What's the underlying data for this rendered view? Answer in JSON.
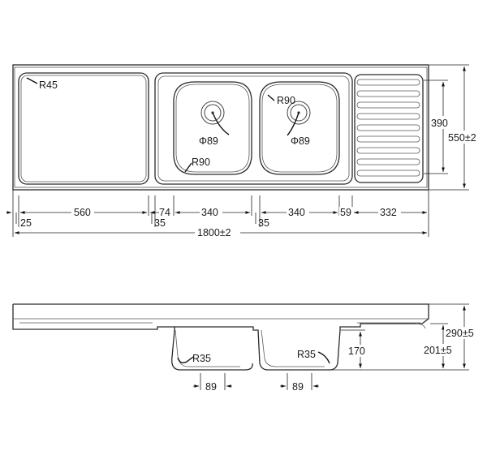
{
  "top_view": {
    "radius_drainboard": "R45",
    "radius_bowl_left": "R90",
    "radius_bowl_right": "R90",
    "drain_left": "Φ89",
    "drain_right": "Φ89",
    "dim_bowl_height": "390",
    "dim_overall_depth": "550±2",
    "dim_25": "25",
    "dim_560": "560",
    "dim_74": "74",
    "dim_35_left": "35",
    "dim_340_left": "340",
    "dim_35_right": "35",
    "dim_340_right": "340",
    "dim_59": "59",
    "dim_332": "332",
    "dim_overall_length": "1800±2"
  },
  "side_view": {
    "radius_left": "R35",
    "radius_right": "R35",
    "dim_overall_height": "290±5",
    "dim_bowl_depth": "170",
    "dim_201": "201±5",
    "dim_outlet_left": "89",
    "dim_outlet_right": "89"
  }
}
